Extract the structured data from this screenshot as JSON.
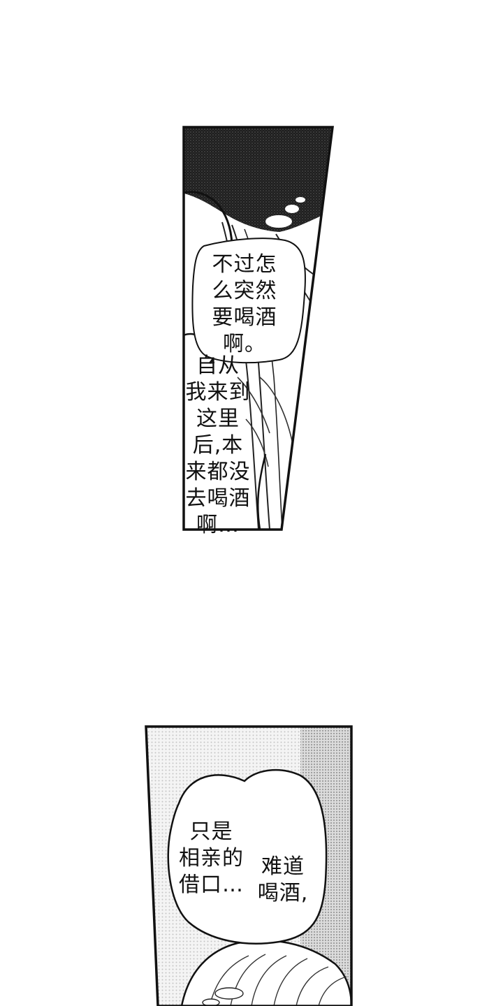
{
  "panels": [
    {
      "name": "top-panel",
      "texts": [
        {
          "name": "speech-bubble-1",
          "lines": [
            "不过怎",
            "么突然",
            "要喝酒",
            "啊。"
          ]
        },
        {
          "name": "narration-1",
          "lines": [
            "自从",
            "我来到",
            "这里",
            "后,本",
            "来都没",
            "去喝酒",
            "啊…"
          ]
        }
      ]
    },
    {
      "name": "bottom-panel",
      "texts": [
        {
          "name": "speech-bubble-2-left",
          "lines": [
            "只是",
            "相亲的",
            "借口…"
          ]
        },
        {
          "name": "speech-bubble-2-right",
          "lines": [
            "难道",
            "喝酒,"
          ]
        }
      ]
    }
  ]
}
